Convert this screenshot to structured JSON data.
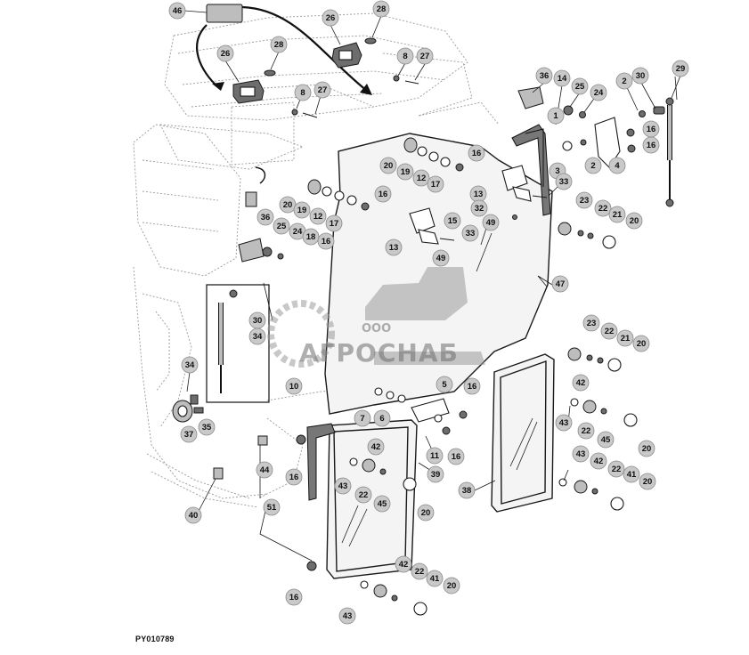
{
  "diagram_code": "PY010789",
  "watermark": {
    "company_prefix": "ООО",
    "company_name": "АГРОСНАБ"
  },
  "callouts": [
    "46",
    "26",
    "28",
    "26",
    "28",
    "8",
    "27",
    "8",
    "27",
    "36",
    "14",
    "25",
    "24",
    "2",
    "30",
    "29",
    "16",
    "16",
    "20",
    "19",
    "12",
    "17",
    "16",
    "1",
    "2",
    "3",
    "4",
    "13",
    "32",
    "33",
    "20",
    "19",
    "12",
    "17",
    "16",
    "15",
    "36",
    "25",
    "24",
    "18",
    "16",
    "49",
    "13",
    "33",
    "23",
    "22",
    "21",
    "20",
    "49",
    "30",
    "34",
    "47",
    "23",
    "22",
    "21",
    "20",
    "34",
    "10",
    "7",
    "6",
    "5",
    "16",
    "37",
    "35",
    "42",
    "43",
    "22",
    "45",
    "20",
    "44",
    "11",
    "16",
    "39",
    "42",
    "43",
    "22",
    "45",
    "20",
    "40",
    "51",
    "16",
    "43",
    "42",
    "22",
    "41",
    "20",
    "38",
    "42",
    "22",
    "41",
    "20",
    "16",
    "43"
  ],
  "colors": {
    "callout_fill": "#c9c9c9",
    "line": "#1a1a1a",
    "ghost_line": "#9a9a9a"
  }
}
